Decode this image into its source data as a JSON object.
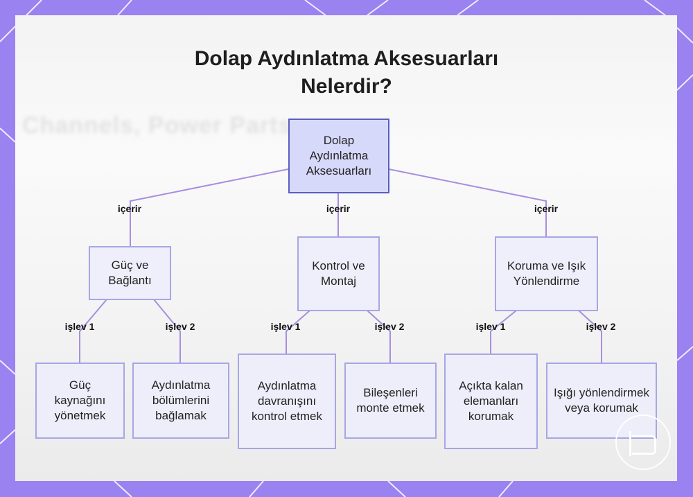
{
  "title_lines": [
    "Dolap Aydınlatma Aksesuarları",
    "Nelerdir?"
  ],
  "background_text": "Channels, Power Parts",
  "colors": {
    "frame": "#9a82f0",
    "node_fill": "#eeeefc",
    "node_border": "#a7a6e4",
    "root_fill": "#d7d9fb",
    "root_border": "#5a5fc0",
    "edge": "#a78ee0"
  },
  "nodes": {
    "root": "Dolap Aydınlatma Aksesuarları",
    "power": "Güç ve Bağlantı",
    "control": "Kontrol ve Montaj",
    "protect": "Koruma ve Işık Yönlendirme",
    "power_1": "Güç kaynağını yönetmek",
    "power_2": "Aydınlatma bölümlerini bağlamak",
    "control_1": "Aydınlatma davranışını kontrol etmek",
    "control_2": "Bileşenleri monte etmek",
    "protect_1": "Açıkta kalan elemanları korumak",
    "protect_2": "Işığı yönlendirmek veya korumak"
  },
  "edge_labels": {
    "contains": "içerir",
    "function_1": "işlev 1",
    "function_2": "işlev 2"
  },
  "logo_icon": "brand-logo-icon"
}
